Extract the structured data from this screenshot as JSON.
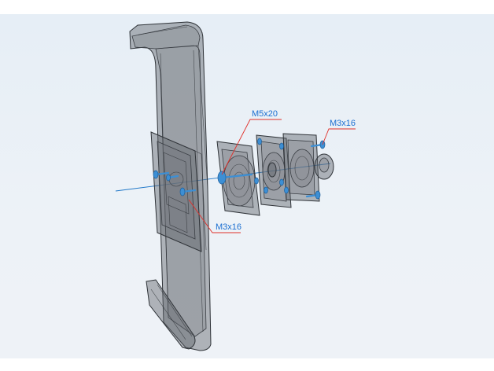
{
  "callouts": {
    "m5x20": "M5x20",
    "m3x16_top": "M3x16",
    "m3x16_bottom": "M3x16"
  },
  "colors": {
    "callout_line": "#e0302a",
    "callout_text": "#1b6fd1",
    "screw": "#3d8fd4",
    "background": "#e9eff6"
  }
}
